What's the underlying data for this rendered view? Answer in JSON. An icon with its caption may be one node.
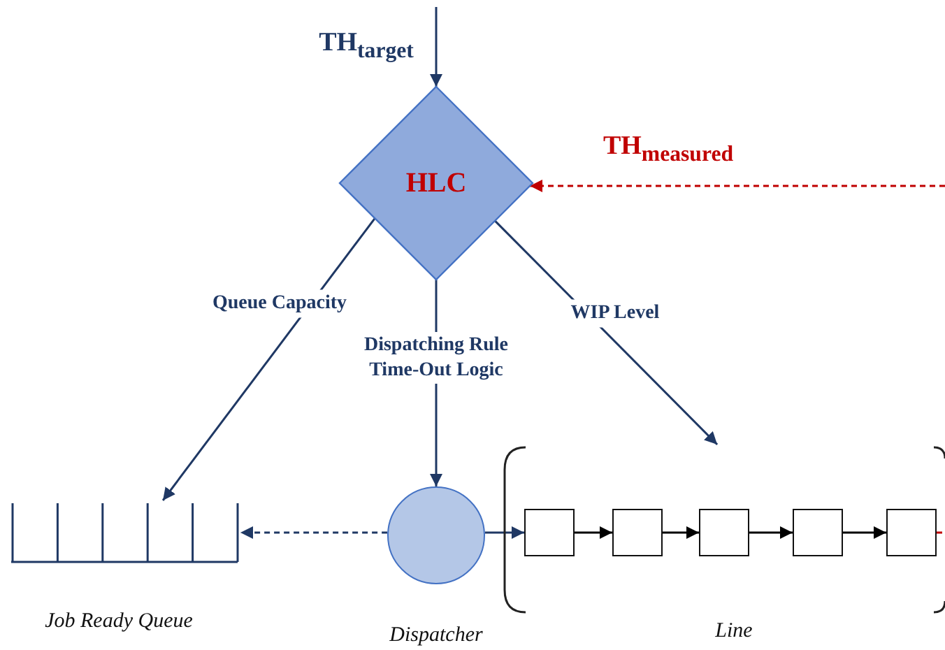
{
  "diagram": {
    "nodes": [
      {
        "text": [
          "HLC"
        ]
      },
      {
        "text": [],
        "shape": "picture",
        "beside": [
          "Job Ready Queue"
        ]
      },
      {
        "text": [],
        "shape": "circle",
        "beside": [
          "Dispatcher"
        ]
      },
      {
        "text": [],
        "shape": "bracket",
        "beside": [
          "Line"
        ]
      },
      {
        "text": [],
        "shape": "box",
        "in": 3
      },
      {
        "text": [],
        "shape": "box",
        "in": 3
      },
      {
        "text": [],
        "shape": "box",
        "in": 3
      },
      {
        "text": [],
        "shape": "box",
        "in": 3
      },
      {
        "text": [],
        "shape": "box",
        "in": 3
      }
    ],
    "edges": [
      {
        "from": null,
        "to": 0,
        "arrow": "to",
        "label": "TH$_{target}$"
      },
      {
        "from": null,
        "to": 0,
        "arrow": "to",
        "label": "TH$_{measured}$",
        "style": "dashed",
        "color": "#c00000"
      },
      {
        "from": 0,
        "to": 1,
        "arrow": "to",
        "label": "Queue Capacity"
      },
      {
        "from": 0,
        "to": 2,
        "arrow": "to",
        "label": "Dispatching Rule Time-Out Logic"
      },
      {
        "from": 0,
        "to": 3,
        "arrow": "to",
        "label": "WIP Level"
      },
      {
        "from": 2,
        "to": 1,
        "arrow": "to",
        "style": "dashed"
      },
      {
        "from": 2,
        "to": 4,
        "arrow": "to"
      },
      {
        "from": 4,
        "to": 5,
        "arrow": "to",
        "color": "#000000"
      },
      {
        "from": 5,
        "to": 6,
        "arrow": "to",
        "color": "#000000"
      },
      {
        "from": 6,
        "to": 7,
        "arrow": "to",
        "color": "#000000"
      },
      {
        "from": 7,
        "to": 8,
        "arrow": "to",
        "color": "#000000"
      },
      {
        "from": 8,
        "to": null,
        "arrow": "none",
        "style": "dashed",
        "color": "#c00000"
      }
    ]
  }
}
